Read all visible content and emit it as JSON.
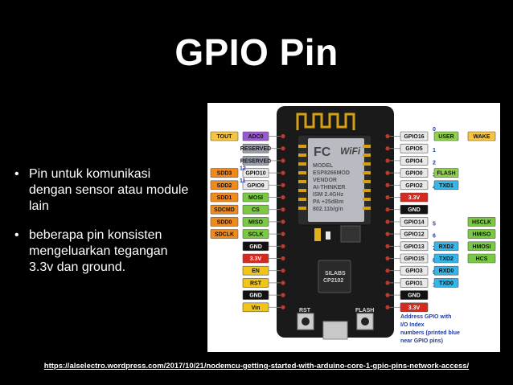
{
  "slide": {
    "title": "GPIO Pin",
    "bullets": [
      "Pin untuk komunikasi dengan sensor atau module lain",
      "beberapa pin konsisten mengeluarkan tegangan 3.3v dan ground."
    ],
    "source_link": "https://alselectro.wordpress.com/2017/10/21/nodemcu-getting-started-with-arduino-core-1-gpio-pins-network-access/"
  },
  "diagram": {
    "left_pins": [
      {
        "outer": "TOUT",
        "inner": "ADC0"
      },
      {
        "outer": "",
        "inner": "RESERVED"
      },
      {
        "outer": "",
        "inner": "RESERVED"
      },
      {
        "outer": "SDD3",
        "inner": "GPIO10",
        "index": "12"
      },
      {
        "outer": "SDD2",
        "inner": "GPIO9",
        "index": "11"
      },
      {
        "outer": "SDD1",
        "inner": "MOSI"
      },
      {
        "outer": "SDCMD",
        "inner": "CS"
      },
      {
        "outer": "SDD0",
        "inner": "MISO"
      },
      {
        "outer": "SDCLK",
        "inner": "SCLK"
      },
      {
        "outer": "",
        "inner": "GND"
      },
      {
        "outer": "",
        "inner": "3.3V"
      },
      {
        "outer": "",
        "inner": "EN"
      },
      {
        "outer": "",
        "inner": "RST"
      },
      {
        "outer": "",
        "inner": "GND"
      },
      {
        "outer": "",
        "inner": "Vin"
      }
    ],
    "right_pins": [
      {
        "inner": "GPIO16",
        "index": "0",
        "func": "USER",
        "outer": "WAKE"
      },
      {
        "inner": "GPIO5",
        "index": "1"
      },
      {
        "inner": "GPIO4",
        "index": "2"
      },
      {
        "inner": "GPIO0",
        "index": "3",
        "func": "FLASH"
      },
      {
        "inner": "GPIO2",
        "index": "4",
        "func": "TXD1"
      },
      {
        "inner": "3.3V"
      },
      {
        "inner": "GND"
      },
      {
        "inner": "GPIO14",
        "index": "5",
        "outer": "HSCLK"
      },
      {
        "inner": "GPIO12",
        "index": "6",
        "outer": "HMISO"
      },
      {
        "inner": "GPIO13",
        "index": "7",
        "func": "RXD2",
        "outer": "HMOSI"
      },
      {
        "inner": "GPIO15",
        "index": "8",
        "func": "TXD2",
        "outer": "HCS"
      },
      {
        "inner": "GPIO3",
        "index": "9",
        "func": "RXD0"
      },
      {
        "inner": "GPIO1",
        "index": "10",
        "func": "TXD0"
      },
      {
        "inner": "GND"
      },
      {
        "inner": "3.3V"
      }
    ],
    "board": {
      "brand": "FC",
      "wifi": "WiFi",
      "module_text": [
        "MODEL",
        "ESP8266MOD",
        "VENDOR",
        "AI-THINKER",
        "ISM 2.4GHz",
        "PA +25dBm",
        "802.11b/g/n"
      ],
      "chip": [
        "SILABS",
        "CP2102"
      ],
      "rst_label": "RST",
      "flash_label": "FLASH"
    },
    "note": [
      "Address GPIO with",
      "I/O Index",
      "numbers (printed blue",
      "near GPIO pins)"
    ]
  },
  "colors": {
    "tout": "#f4c542",
    "sdd": "#f08a1c",
    "adc": "#9b59d0",
    "reserved": "#9aa0b0",
    "gpio": "#e8e8ea",
    "spi": "#7ac943",
    "gnd": "#111111",
    "power": "#d42a20",
    "ctrl": "#f0c419",
    "func_green": "#8fd14f",
    "func_blue": "#34b6ea",
    "hspi": "#7ac943",
    "index_blue": "#1f3aa8",
    "board": "#1a1a1a"
  }
}
